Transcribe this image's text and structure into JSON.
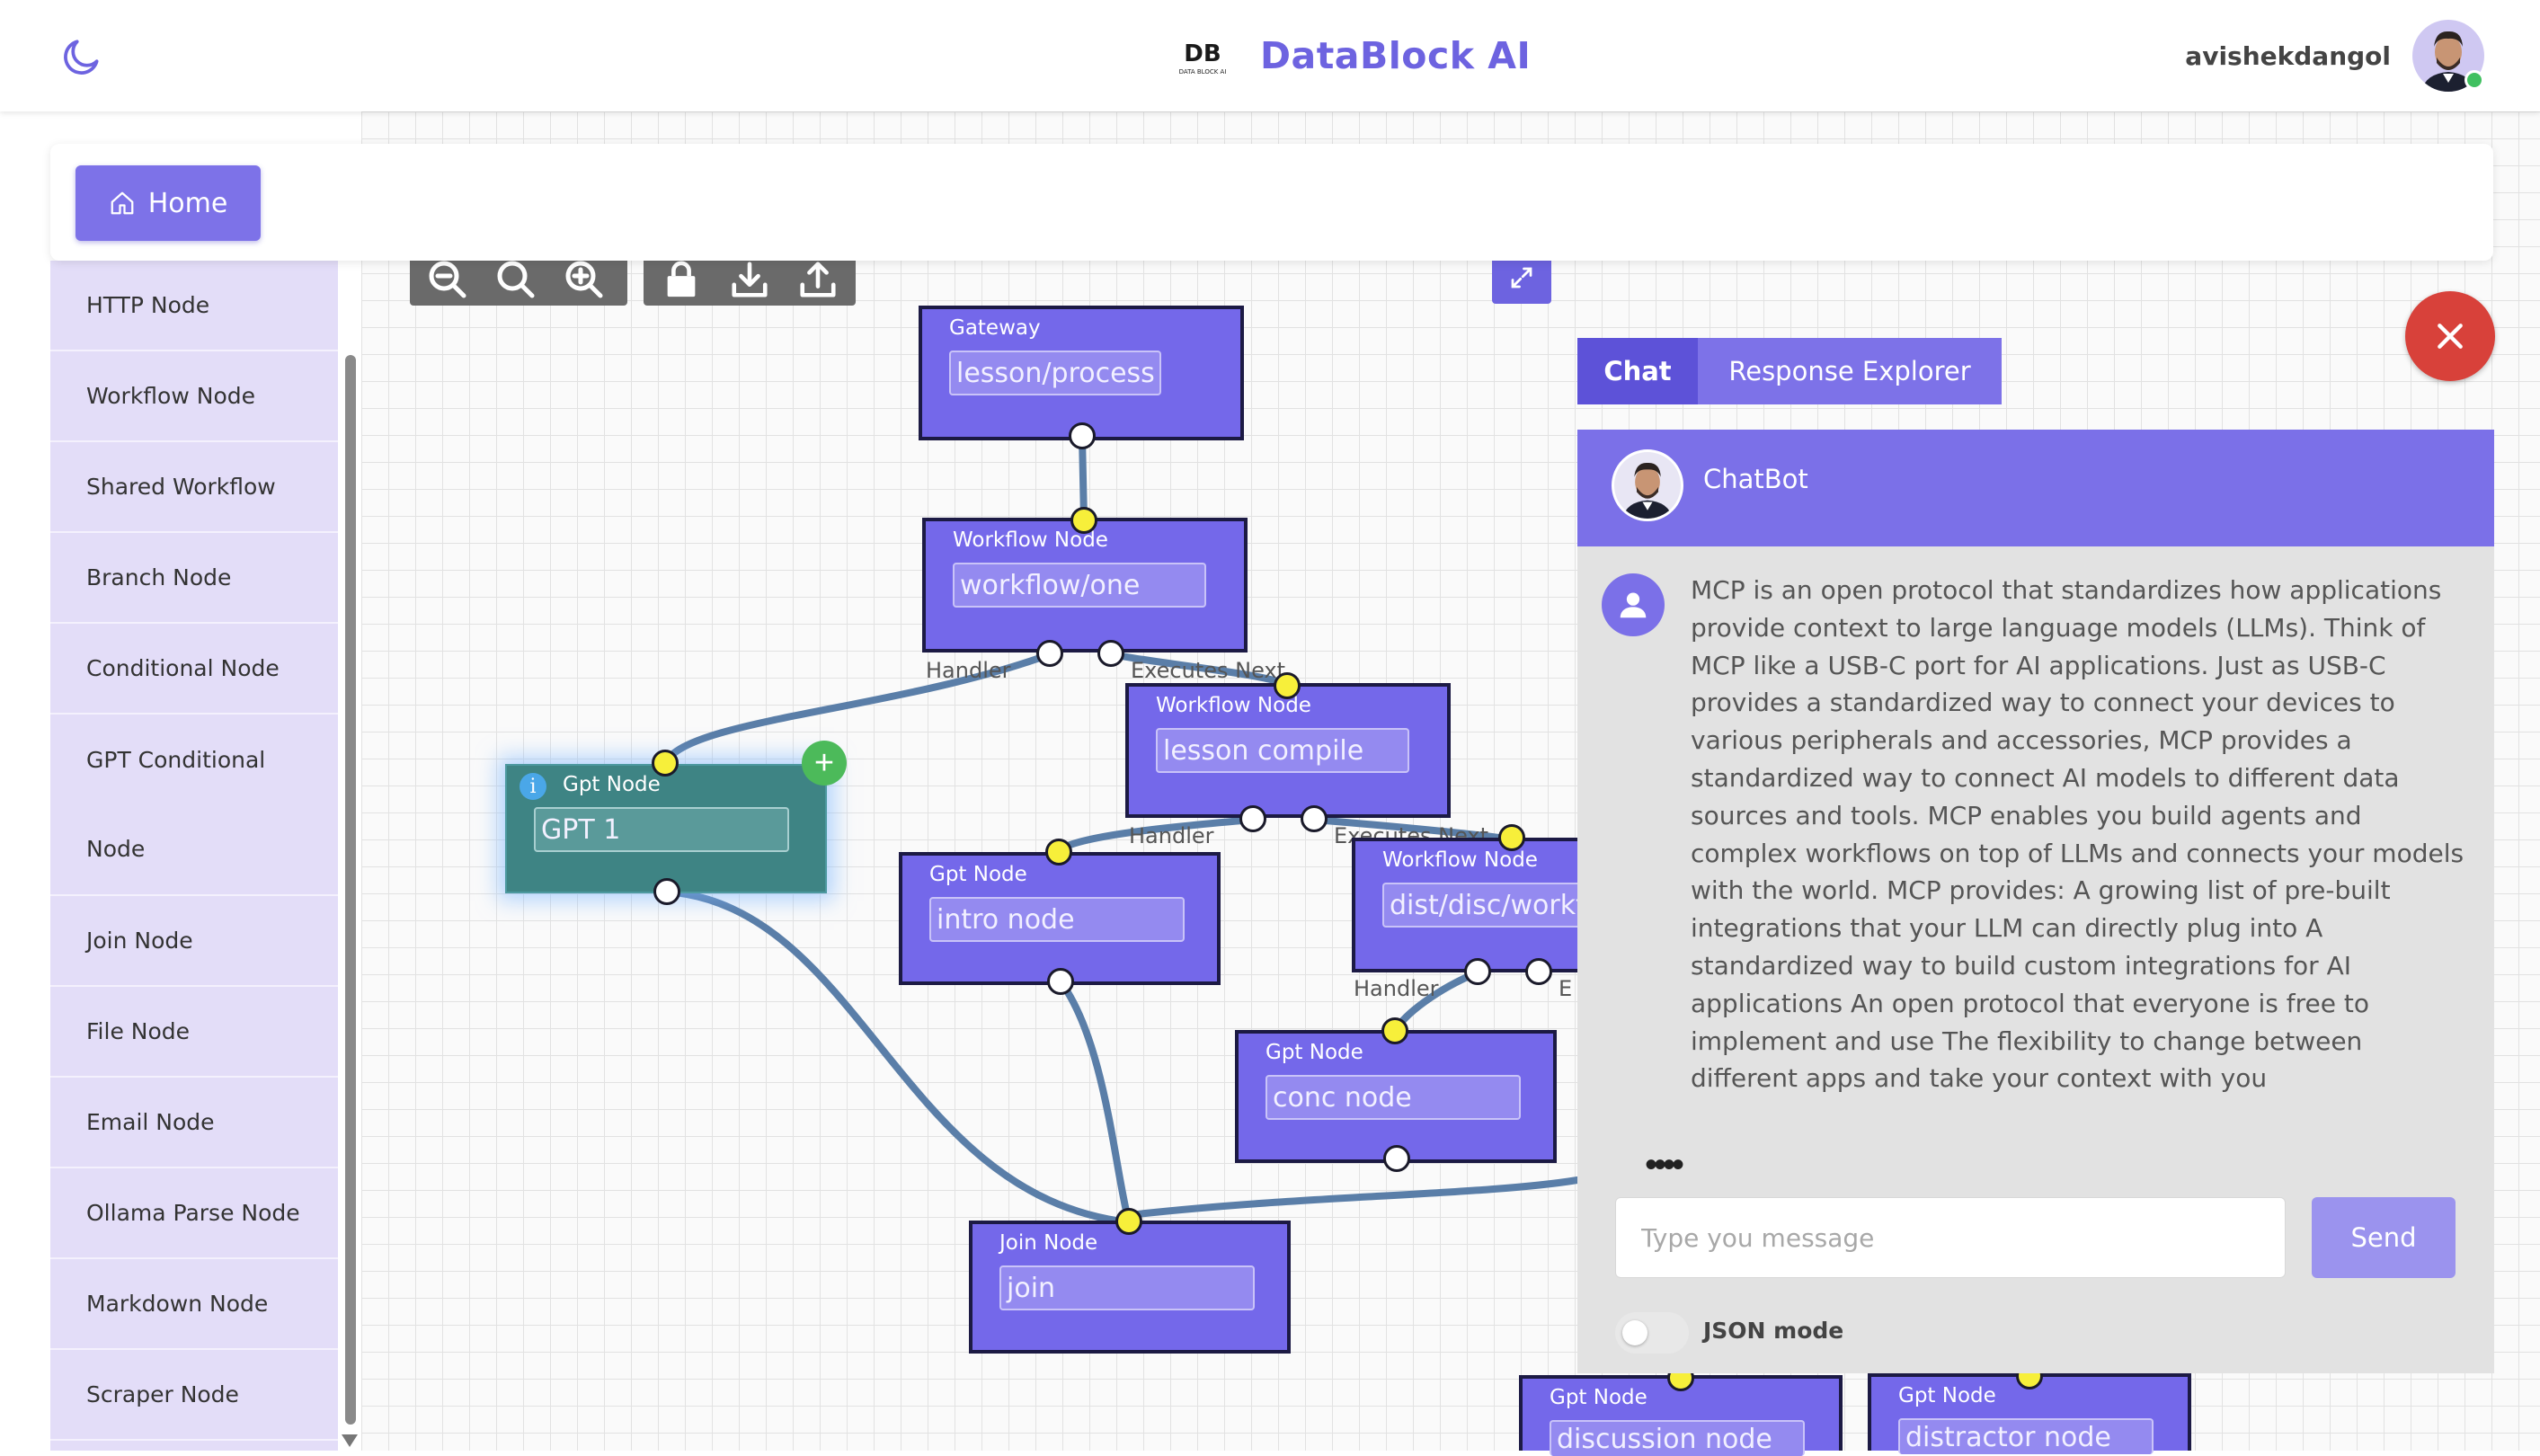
{
  "app": {
    "name": "DataBlock AI",
    "logo_text": "DB",
    "logo_subtext": "DATA BLOCK AI"
  },
  "user": {
    "username": "avishekdangol"
  },
  "breadcrumb": {
    "home_label": "Home"
  },
  "sidebar": {
    "items": [
      {
        "label": "HTTP Node"
      },
      {
        "label": "Workflow Node"
      },
      {
        "label": "Shared Workflow"
      },
      {
        "label": "Branch Node"
      },
      {
        "label": "Conditional Node"
      },
      {
        "label": "GPT Conditional",
        "label2": "Node"
      },
      {
        "label": "Join Node"
      },
      {
        "label": "File Node"
      },
      {
        "label": "Email Node"
      },
      {
        "label": "Ollama Parse Node"
      },
      {
        "label": "Markdown Node"
      },
      {
        "label": "Scraper Node"
      }
    ]
  },
  "toolbar": {
    "zoom": [
      "zoom-out-icon",
      "zoom-reset-icon",
      "zoom-in-icon"
    ],
    "actions": [
      "lock-icon",
      "download-icon",
      "upload-icon"
    ],
    "expand": "expand-icon"
  },
  "canvas": {
    "nodes": {
      "gateway": {
        "title": "Gateway",
        "value": "lesson/process"
      },
      "workflow_one": {
        "title": "Workflow Node",
        "value": "workflow/one"
      },
      "lesson_compile": {
        "title": "Workflow Node",
        "value": "lesson compile"
      },
      "gpt1": {
        "title": "Gpt Node",
        "value": "GPT 1"
      },
      "intro": {
        "title": "Gpt Node",
        "value": "intro node"
      },
      "dist": {
        "title": "Workflow Node",
        "value": "dist/disc/workfl"
      },
      "conc": {
        "title": "Gpt Node",
        "value": "conc node"
      },
      "join": {
        "title": "Join Node",
        "value": "join"
      },
      "discussion": {
        "title": "Gpt Node",
        "value": "discussion node"
      },
      "distractor": {
        "title": "Gpt Node",
        "value": "distractor node"
      }
    },
    "edge_labels": {
      "handler1": "Handler",
      "executes1": "Executes Next",
      "handler2": "Handler",
      "executes2": "Executes Next",
      "handler3": "Handler",
      "executes3": "E"
    },
    "info_badge": "i",
    "add_badge": "+"
  },
  "chat": {
    "tabs": [
      {
        "label": "Chat",
        "active": true
      },
      {
        "label": "Response Explorer",
        "active": false
      }
    ],
    "bot_name": "ChatBot",
    "message": "MCP is an open protocol that standardizes how applications provide context to large language models (LLMs). Think of MCP like a USB-C port for AI applications. Just as USB-C provides a standardized way to connect your devices to various peripherals and accessories, MCP provides a standardized way to connect AI models to different data sources and tools. MCP enables you build agents and complex workflows on top of LLMs and connects your models with the world. MCP provides: A growing list of pre-built integrations that your LLM can directly plug into A standardized way to build custom integrations for AI applications An open protocol that everyone is free to implement and use The flexibility to change between different apps and take your context with you",
    "typing_indicator": "••••",
    "input_placeholder": "Type you message",
    "input_value": "",
    "send_label": "Send",
    "json_mode_label": "JSON mode",
    "json_mode_on": false
  },
  "colors": {
    "accent": "#7b70e8",
    "accent_dark": "#5d52d8",
    "node_fill": "#7468ea",
    "node_selected": "#3e8484",
    "edge": "#5a7ea8",
    "port_yellow": "#f7ef3a",
    "close": "#d8413a",
    "add": "#4cba5a",
    "sidebar": "#e3ddf8"
  }
}
